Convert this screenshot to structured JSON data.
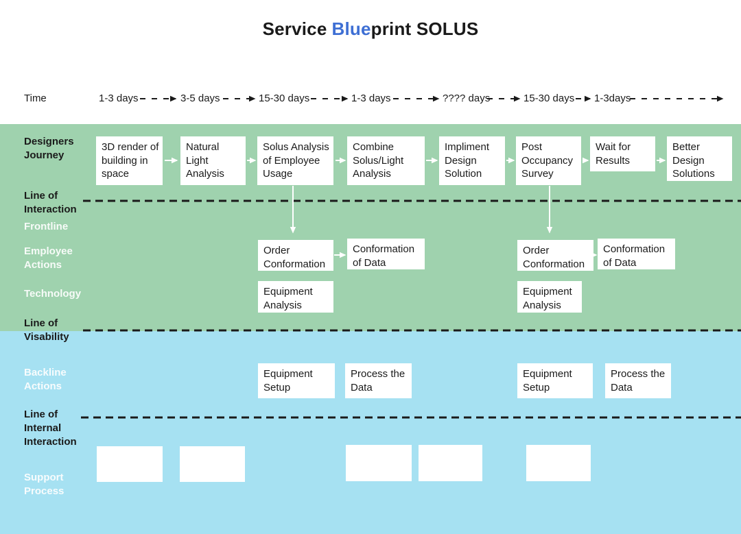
{
  "title": {
    "lead": "Service",
    "accent": "Blue",
    "tail": "print SOLUS"
  },
  "colors": {
    "green_band": "#9fd2ae",
    "blue_band": "#a6e1f2",
    "accent_blue": "#3e6fd4",
    "line_dark": "#1a1a1a",
    "box_bg": "#ffffff",
    "label_light": "#ffffff"
  },
  "time_row": {
    "label": "Time",
    "segments": [
      "1-3 days",
      "3-5 days",
      "15-30 days",
      "1-3 days",
      "???? days",
      "15-30 days",
      "1-3days"
    ]
  },
  "lanes": {
    "designers_journey": {
      "label": "Designers Journey",
      "boxes": [
        "3D render of building in space",
        "Natural Light Analysis",
        "Solus Analysis of Employee Usage",
        "Combine Solus/Light Analysis",
        "Impliment Design Solution",
        "Post Occupancy Survey",
        "Wait for Results",
        "Better Design Solutions"
      ]
    },
    "line_of_interaction": {
      "label": "Line of Interaction"
    },
    "frontline": {
      "label": "Frontline"
    },
    "employee_actions": {
      "label": "Employee Actions",
      "boxes": [
        "Order Conformation",
        "Conformation of Data",
        "Order Conformation",
        "Conformation of Data"
      ]
    },
    "technology": {
      "label": "Technology",
      "boxes": [
        "Equipment Analysis",
        "Equipment Analysis"
      ]
    },
    "line_of_visability": {
      "label": "Line of Visability"
    },
    "backline_actions": {
      "label": "Backline Actions",
      "boxes": [
        "Equipment Setup",
        "Process the Data",
        "Equipment Setup",
        "Process the Data"
      ]
    },
    "line_of_internal_interaction": {
      "label": "Line of Internal Interaction"
    },
    "support_process": {
      "label": "Support Process",
      "empty_boxes": 5
    }
  }
}
